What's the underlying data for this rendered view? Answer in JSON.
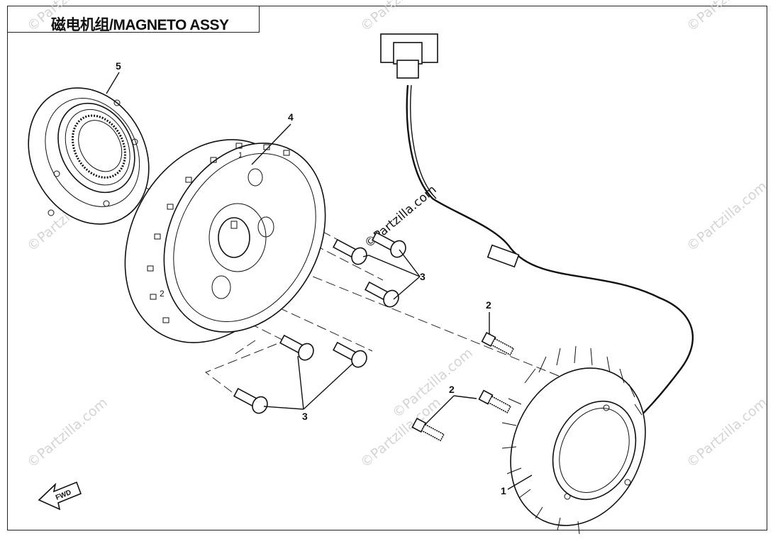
{
  "title": "磁电机组/MAGNETO ASSY",
  "watermarks": [
    "©Partzilla.com",
    "©Partzilla.com",
    "©Partzilla.com",
    "©Partzilla.com",
    "©Partzilla.com",
    "©Partzilla.com",
    "©Partzilla.com",
    "©Partzilla.com",
    "©Partzilla.com",
    "©Partzilla.com"
  ],
  "callouts": {
    "stator": "1",
    "bolt_upper": "2",
    "bolt_lower": "2",
    "screws_upper": "3",
    "screws_lower": "3",
    "rotor": "4",
    "bearing": "5"
  },
  "rotor_marks": {
    "mark_1": "1",
    "mark_2": "2"
  },
  "fwd_label": "FWD",
  "colors": {
    "line": "#111111",
    "watermark": "#d4d4d4",
    "background": "#ffffff"
  }
}
